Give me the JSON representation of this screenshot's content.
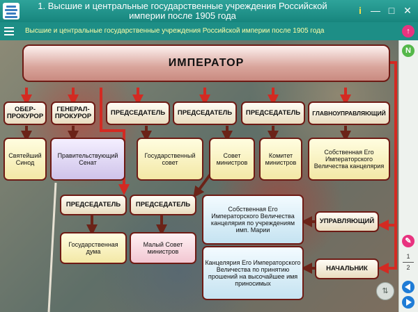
{
  "window": {
    "title": "1. Высшие и центральные государственные учреждения Российской империи после 1905 года",
    "buttons": {
      "info": "i",
      "minimize": "—",
      "restore": "□",
      "close": "✕"
    }
  },
  "toolbar": {
    "title": "Высшие и центральные государственные учреждения Российской империи после 1905 года"
  },
  "rail": {
    "page_current": "1",
    "page_total": "2",
    "colors": {
      "top": "#e8337f",
      "second": "#55b84a",
      "side": "#e8337f",
      "nav": "#1f7cd6"
    }
  },
  "diagram": {
    "emperor": "ИМПЕРАТОР",
    "headers": {
      "ober": "ОБЕР-ПРОКУРОР",
      "general": "ГЕНЕРАЛ-ПРОКУРОР",
      "chair1": "ПРЕДСЕДАТЕЛЬ",
      "chair2": "ПРЕДСЕДАТЕЛЬ",
      "chair3": "ПРЕДСЕДАТЕЛЬ",
      "chief": "ГЛАВНОУПРАВЛЯЮЩИЙ",
      "chair4": "ПРЕДСЕДАТЕЛЬ",
      "chair5": "ПРЕДСЕДАТЕЛЬ",
      "manager": "УПРАВЛЯЮЩИЙ",
      "head": "НАЧАЛЬНИК"
    },
    "bodies": {
      "synod": "Святейший Синод",
      "senate": "Правительствующий Сенат",
      "state_council": "Государственный совет",
      "council_ministers": "Совет министров",
      "committee_ministers": "Комитет министров",
      "own_chancery": "Собственная Его Императорского Величества канцелярия",
      "duma": "Государственная дума",
      "small_council": "Малый Совет министров",
      "maria_chancery": "Собственная Его Императорского Величества канцелярия по учреждениям имп. Марии",
      "petitions_chancery": "Канцелярия Его Императорского Величества по принятию прошений на высочайшее имя приносимых"
    }
  }
}
